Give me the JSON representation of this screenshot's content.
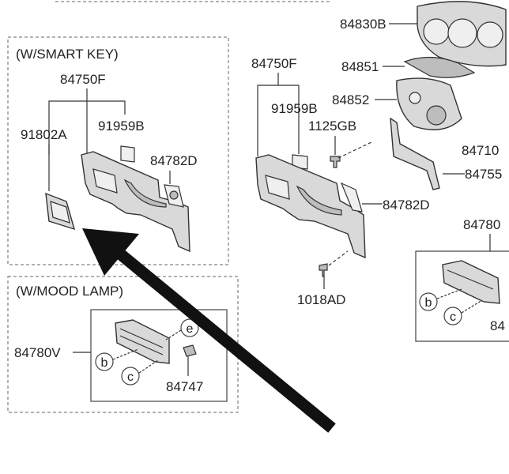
{
  "sections": {
    "smart_key": "(W/SMART KEY)",
    "mood_lamp": "(W/MOOD LAMP)"
  },
  "callouts": {
    "sk_84750F": "84750F",
    "sk_91802A": "91802A",
    "sk_91959B": "91959B",
    "sk_84782D": "84782D",
    "ml_84780V": "84780V",
    "ml_84747": "84747",
    "ml_b": "b",
    "ml_c": "c",
    "ml_e": "e",
    "m_84830B": "84830B",
    "m_84851": "84851",
    "m_84852": "84852",
    "m_84750F": "84750F",
    "m_91959B": "91959B",
    "m_1125GB": "1125GB",
    "m_84710": "84710",
    "m_84755": "84755",
    "m_84782D": "84782D",
    "m_1018AD": "1018AD",
    "r_84780": "84780",
    "r_84": "84",
    "r_b": "b",
    "r_c": "c"
  },
  "colors": {
    "line": "#333333",
    "arrow": "#111111"
  }
}
